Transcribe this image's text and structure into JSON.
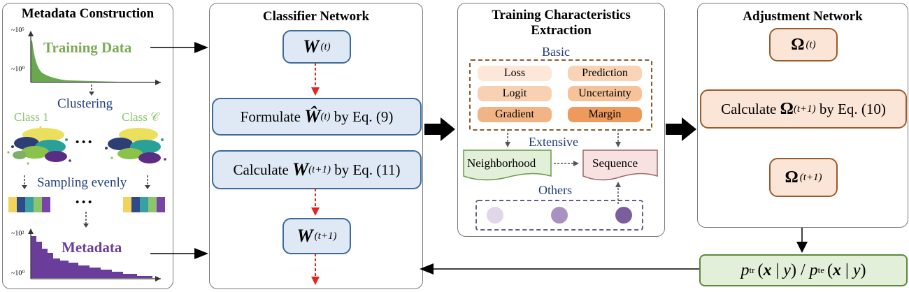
{
  "metadata_panel": {
    "title": "Metadata Construction",
    "training_axis_top": "~10⁵",
    "training_axis_bottom": "~10⁰",
    "training_label": "Training Data",
    "clustering_label": "Clustering",
    "class1_label": "Class 1",
    "classC_label": "Class 𝒞",
    "ellipsis": "• • •",
    "sampling_label": "Sampling evenly",
    "meta_axis_top": "~10²",
    "meta_axis_bottom": "~10⁰",
    "metadata_label": "Metadata",
    "strip_colors": [
      "#f2d45c",
      "#2e4a8a",
      "#3a9fa3",
      "#8cc56b",
      "#7a44a6"
    ]
  },
  "classifier_panel": {
    "title": "Classifier Network",
    "w_t": "(t)",
    "formulate_prefix": "Formulate",
    "formulate_sup": "(t)",
    "formulate_suffix": "by Eq. (9)",
    "calculate_prefix": "Calculate",
    "calculate_sup": "(t+1)",
    "calculate_suffix": "by Eq. (11)",
    "w_t1": "(t+1)",
    "symbol": "W",
    "symbol_hat": "Ŵ"
  },
  "training_panel": {
    "title_line1": "Training Characteristics",
    "title_line2": "Extraction",
    "basic_label": "Basic",
    "chips": [
      "Loss",
      "Prediction",
      "Logit",
      "Uncertainty",
      "Gradient",
      "Margin"
    ],
    "extensive_label": "Extensive",
    "neighborhood_label": "Neighborhood",
    "sequence_label": "Sequence",
    "others_label": "Others",
    "others_colors": [
      "#e0d8e8",
      "#a892c2",
      "#7a5e9e"
    ]
  },
  "adjustment_panel": {
    "title": "Adjustment Network",
    "omega": "Ω",
    "omega_t": "(t)",
    "calc_prefix": "Calculate",
    "calc_sup": "(t+1)",
    "calc_suffix": "by Eq. (10)",
    "omega_t1": "(t+1)"
  },
  "ratio_box": {
    "p": "p",
    "tr": "tr",
    "te": "te",
    "x": "x",
    "y": "y",
    "bar": "|",
    "slash": "/"
  },
  "colors": {
    "training_green": "#7aab55",
    "metadata_purple": "#6a3d9a",
    "blue_box": "#dfe9f5",
    "blue_border": "#3d6a96",
    "orange_box": "#fbe5d6",
    "orange_border": "#9c5a2e",
    "red_arrow": "#e52421",
    "green_arrow": "#1db35a",
    "ratio_fill": "#e2efd9",
    "ratio_border": "#5a8a3a"
  }
}
